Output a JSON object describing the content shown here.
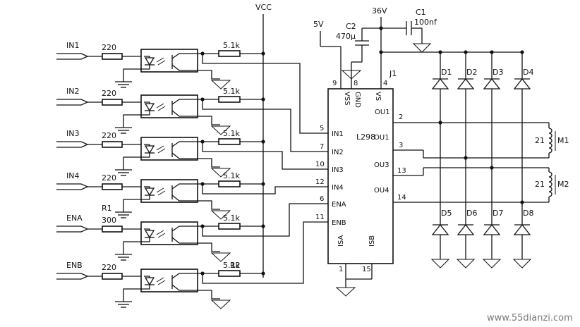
{
  "inputs": [
    {
      "name": "IN1",
      "resistor": "220"
    },
    {
      "name": "IN2",
      "resistor": "220"
    },
    {
      "name": "IN3",
      "resistor": "220"
    },
    {
      "name": "IN4",
      "resistor": "220"
    },
    {
      "name": "ENA",
      "resistor": "300"
    },
    {
      "name": "ENB",
      "resistor": "220"
    }
  ],
  "pullup_value": "5.1k",
  "labels": {
    "vcc": "VCC",
    "v5": "5V",
    "v36": "36V",
    "c1_name": "C1",
    "c1_value": "100nf",
    "c2_name": "C2",
    "c2_value": "470μ",
    "j1": "J1",
    "r1": "R1",
    "r2": "R2",
    "watermark": "www.55dianzi.com"
  },
  "ic": {
    "name": "L298",
    "top_pins": [
      {
        "label": "VSS",
        "number": "9"
      },
      {
        "label": "GND",
        "number": "8"
      },
      {
        "label": "VS",
        "number": "4"
      }
    ],
    "left_pins": [
      {
        "label": "IN1",
        "number": "5"
      },
      {
        "label": "IN2",
        "number": "7"
      },
      {
        "label": "IN3",
        "number": "10"
      },
      {
        "label": "IN4",
        "number": "12"
      },
      {
        "label": "ENA",
        "number": "6"
      },
      {
        "label": "ENB",
        "number": "11"
      }
    ],
    "right_pins": [
      {
        "label": "OU1",
        "number": "2"
      },
      {
        "label": "OU1",
        "number": "3"
      },
      {
        "label": "OU3",
        "number": "13"
      },
      {
        "label": "OU4",
        "number": "14"
      }
    ],
    "top_right_label": "OU1",
    "bottom_pins": [
      {
        "label": "ISA",
        "number": "1"
      },
      {
        "label": "ISB",
        "number": "15"
      }
    ]
  },
  "diodes": [
    "D1",
    "D2",
    "D3",
    "D4",
    "D5",
    "D6",
    "D7",
    "D8"
  ],
  "motors": [
    {
      "name": "M1",
      "value": "21"
    },
    {
      "name": "M2",
      "value": "21"
    }
  ]
}
